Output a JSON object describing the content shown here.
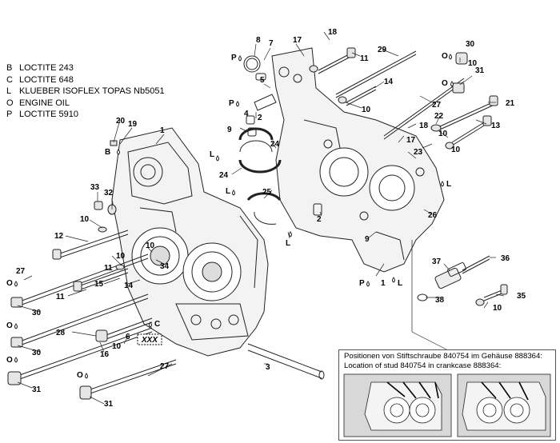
{
  "legend": [
    {
      "key": "B",
      "text": "LOCTITE 243"
    },
    {
      "key": "C",
      "text": "LOCTITE 648"
    },
    {
      "key": "L",
      "text": "KLUEBER ISOFLEX TOPAS Nb5051"
    },
    {
      "key": "O",
      "text": "ENGINE OIL"
    },
    {
      "key": "P",
      "text": "LOCTITE 5910"
    }
  ],
  "callouts": {
    "c1": "1",
    "c2": "2",
    "c3": "3",
    "c4": "4",
    "c5": "5",
    "c6": "6",
    "c7": "7",
    "c8": "8",
    "c9": "9",
    "c10": "10",
    "c11": "11",
    "c12": "12",
    "c13": "13",
    "c14": "14",
    "c15": "15",
    "c16": "16",
    "c17": "17",
    "c18": "18",
    "c19": "19",
    "c20": "20",
    "c21": "21",
    "c22": "22",
    "c23": "23",
    "c24": "24",
    "c25": "25",
    "c26": "26",
    "c27": "27",
    "c28": "28",
    "c29": "29",
    "c30": "30",
    "c31": "31",
    "c32": "32",
    "c33": "33",
    "c34": "34",
    "c35": "35",
    "c36": "36",
    "c37": "37",
    "c38": "38"
  },
  "markers": {
    "o": "O",
    "p": "P",
    "l": "L",
    "b": "B",
    "c": "C"
  },
  "part_tag": "XXX",
  "inset": {
    "line1": "Positionen von Stiftschraube 840754 im Gehäuse 888364:",
    "line2": "Location of stud 840754 in crankcase 888364:"
  }
}
